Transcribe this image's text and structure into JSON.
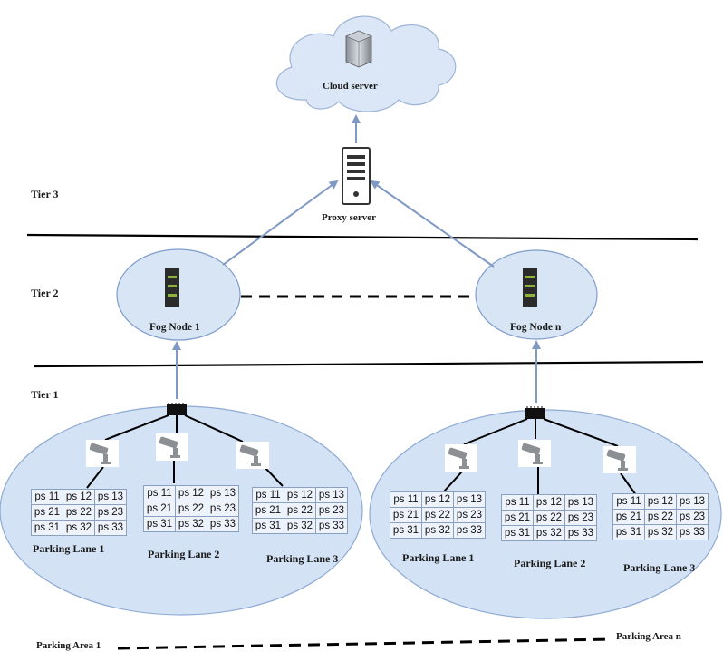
{
  "tiers": [
    "Tier 3",
    "Tier 2",
    "Tier 1"
  ],
  "cloud_label": "Cloud server",
  "proxy_label": "Proxy server",
  "fog_nodes": [
    "Fog Node 1",
    "Fog Node n"
  ],
  "parking_areas": [
    "Parking Area 1",
    "Parking Area n"
  ],
  "parking_lanes": [
    "Parking Lane 1",
    "Parking Lane 2",
    "Parking Lane 3"
  ],
  "slots": [
    [
      "ps 11",
      "ps 12",
      "ps 13"
    ],
    [
      "ps 21",
      "ps 22",
      "ps 23"
    ],
    [
      "ps 31",
      "ps 32",
      "ps 33"
    ]
  ],
  "colors": {
    "cloud_fill": "#dbe7f6",
    "node_fill": "#d7e5f5",
    "node_stroke": "#7f9ccc",
    "arrow": "#7f98c4",
    "line": "#000000"
  }
}
